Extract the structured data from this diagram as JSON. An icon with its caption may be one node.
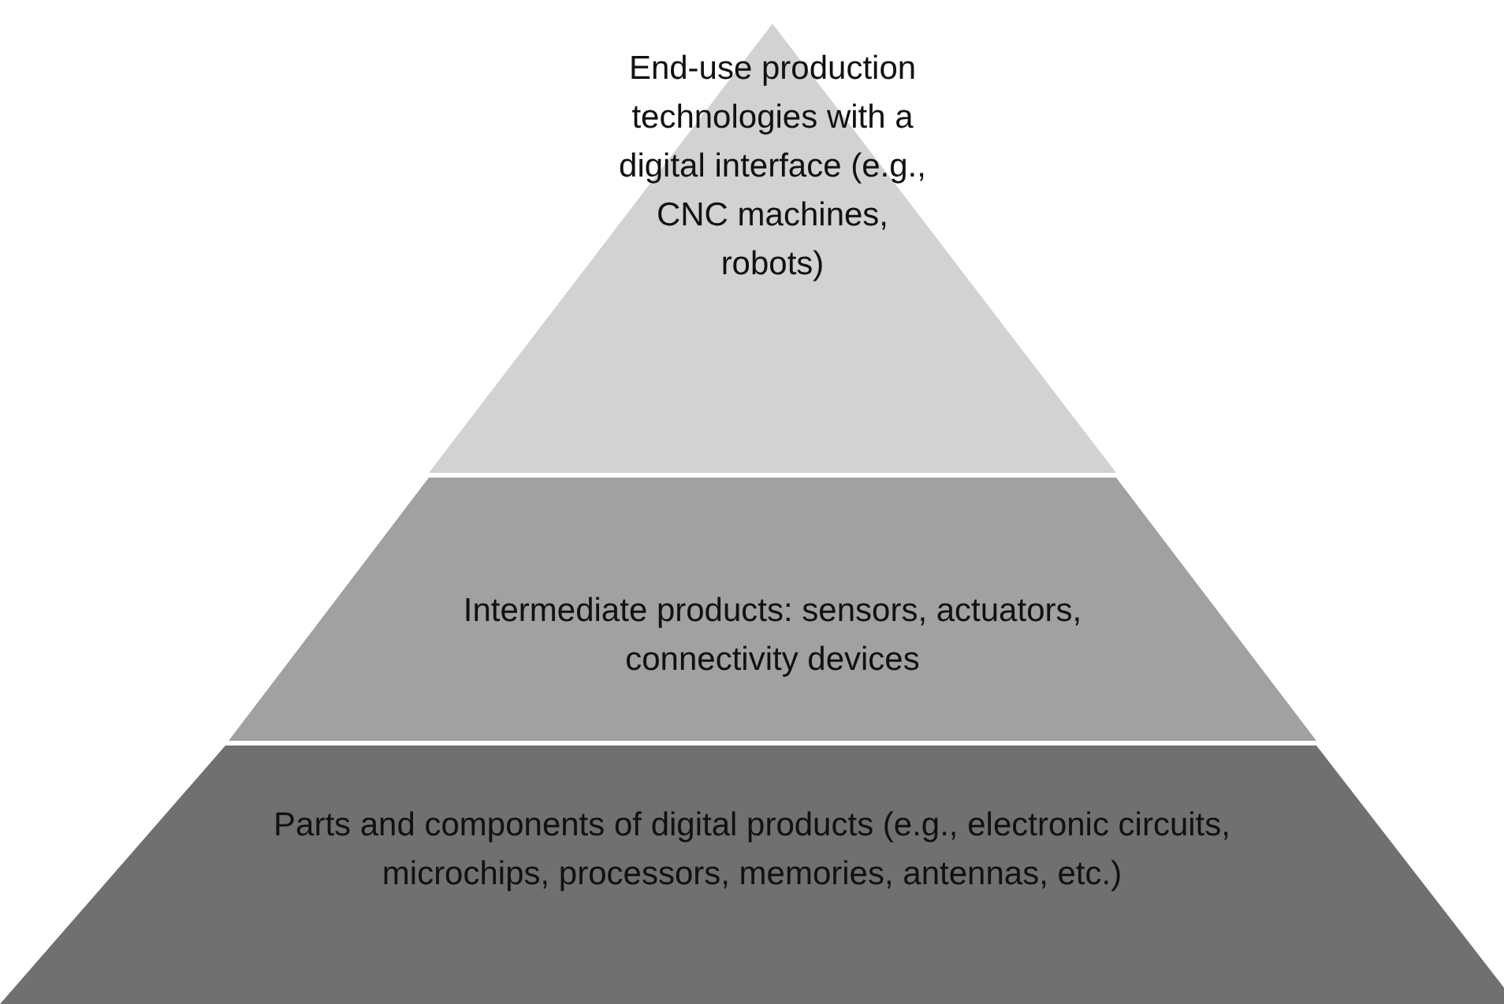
{
  "diagram": {
    "nodes": [
      {
        "text": [
          "End-use production technologies with a digital interface (e.g., CNC machines, robots)"
        ]
      },
      {
        "text": [
          "Intermediate products: sensors, actuators, connectivity devices"
        ]
      },
      {
        "text": [
          "Parts and components of digital products (e.g., electronic circuits, microchips, processors, memories, antennas, etc.)"
        ]
      }
    ]
  }
}
